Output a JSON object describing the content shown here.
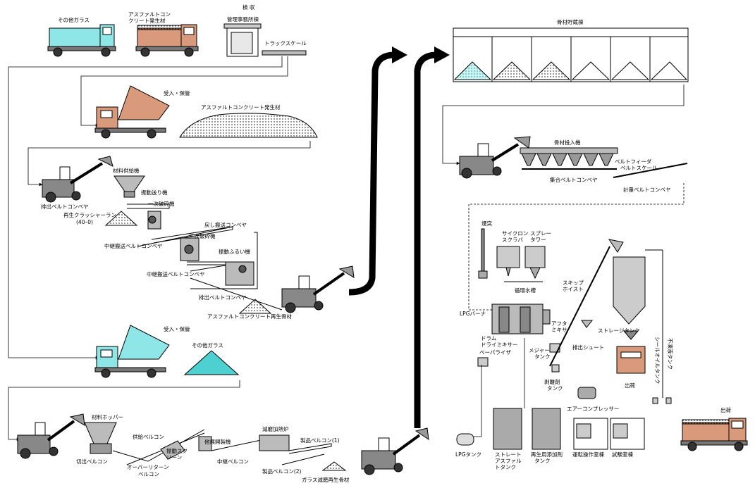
{
  "top": {
    "inspection": "検 収",
    "office": "管理事務所棟",
    "truck_scale": "トラックスケール",
    "other_glass_truck": "その他ガラス",
    "asphalt_truck_1": "アスファルトコン",
    "asphalt_truck_2": "クリート発生材"
  },
  "section1": {
    "receive_store": "受入・保管",
    "asphalt_pile": "アスファルトコンクリート発生材"
  },
  "section2": {
    "feeder": "材料供給機",
    "vib_feeder": "振動送り機",
    "primary_crusher": "一次破砕機",
    "discharge_conv": "排出ベルトコンベヤ",
    "recycled_crusher_1": "再生クラッシャーラン",
    "recycled_crusher_2": "(40–0)",
    "return_conv": "戻し搬送コンベヤ",
    "tertiary_crusher": "三次破砕機",
    "mid_conv_1": "中継搬送ベルトコンベヤ",
    "vib_screen": "振動ふるい機",
    "mid_conv_2": "中継搬送ベルトコンベヤ",
    "discharge_conv2": "排出ベルトコンベヤ",
    "asphalt_aggregate": "アスファルトコンクリート再生骨材"
  },
  "section3": {
    "receive_store": "受入・保管",
    "other_glass": "その他ガラス"
  },
  "section4": {
    "hopper": "材料ホッパー",
    "supply_conv": "供給ベルコン",
    "vib_screen_1": "振動スク",
    "vib_screen_2": "リーン",
    "crusher": "他展開製機",
    "discharge_conv": "切出ベルコン",
    "over_return_1": "オーバーリターン",
    "over_return_2": "ベルコン",
    "mid_conv": "中継ベルコン",
    "heat_machine": "減磨加熱炉",
    "product_conv1": "製品ベルコン(1)",
    "product_conv2": "製品ベルコン(2)",
    "glass_aggregate": "ガラス減磨再生骨材"
  },
  "plant": {
    "storage_bins": "骨材貯蔵棟",
    "bin_feeder": "骨材投入機",
    "belt_feeder_1": "ベルトフィーダ",
    "belt_feeder_2": "ベルトスケール",
    "collect_conv": "集合ベルトコンベヤ",
    "meter_conv": "計量ベルトコンベヤ",
    "chimney": "煙突",
    "cyclone_1": "サイクロン",
    "cyclone_2": "スクラバ",
    "spray_1": "スプレー",
    "spray_2": "タワー",
    "water_tank": "循環水槽",
    "lpg_burner": "LPGバーナ",
    "drum_1": "ドラム",
    "drum_2": "ドライミキサー",
    "after_1": "アフタ",
    "after_2": "ミキサ",
    "vaporizer": "ベーパライザ",
    "measure_1": "メジャー",
    "measure_2": "タンク",
    "skip_1": "スキップ",
    "skip_2": "ホイスト",
    "storage_tank": "ストレージタンク",
    "discharge_chute": "排出シュート",
    "seal_oil": "シールオイルタンク",
    "nonfreeze": "不凍液タンク",
    "release_agent_1": "剥離剤",
    "release_agent_2": "タンク",
    "compressor": "エアーコンプレッサー",
    "shipping_1": "出荷",
    "shipping_2": "出荷",
    "lpg_tank": "LPGタンク",
    "straight_1": "ストレート",
    "straight_2": "アスファル",
    "straight_3": "トタンク",
    "regen_1": "再生用添加剤",
    "regen_2": "タンク",
    "control_room": "運転操作室棟",
    "test_room": "試験室棟"
  }
}
